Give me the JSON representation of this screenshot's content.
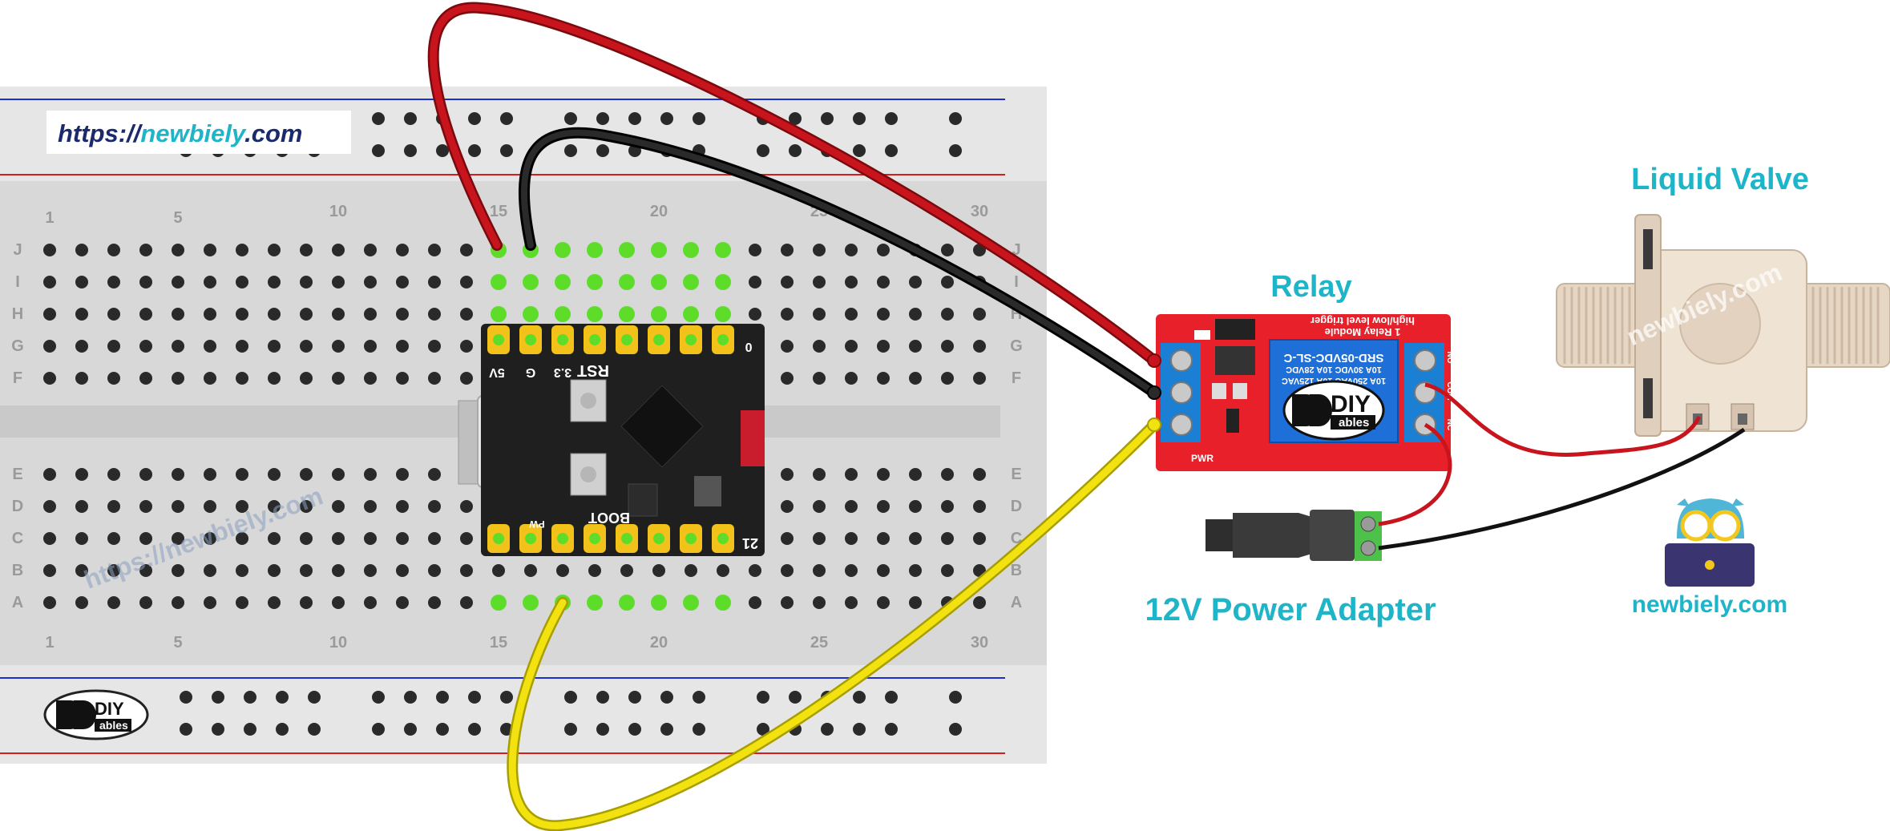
{
  "labels": {
    "liquid_valve": "Liquid Valve",
    "relay": "Relay",
    "power_adapter": "12V Power Adapter",
    "brand_url": "newbiely.com",
    "url_box_prefix": "https://",
    "url_box_name": "newbiely",
    "url_box_suffix": ".com",
    "watermark": "https://newbiely.com",
    "watermark_valve": "newbiely.com"
  },
  "breadboard": {
    "row_letters": [
      "J",
      "I",
      "H",
      "G",
      "F",
      "E",
      "D",
      "C",
      "B",
      "A"
    ],
    "column_numbers": [
      "1",
      "5",
      "10",
      "15",
      "20",
      "25",
      "30"
    ]
  },
  "board": {
    "pin_5v": "5V",
    "pin_g": "G",
    "pin_33": "3.3",
    "button_rst": "RST",
    "button_boot": "BOOT",
    "pin_0": "0",
    "pin_21": "21",
    "pin_pw": "PW"
  },
  "relay_module": {
    "title_line1": "1 Relay Module",
    "title_line2": "high/low level trigger",
    "coil_model": "SRD-05VDC-SL-C",
    "rating1": "10A 250VAC 10A 125VAC",
    "rating2": "10A 30VDC 10A 28VDC",
    "pwr": "PWR",
    "no": "NO",
    "com": "COM",
    "nc": "NC",
    "diy": "DIY",
    "ables": "ables"
  },
  "logo": {
    "diy": "DIY",
    "ables": "ables"
  },
  "colors": {
    "accent": "#1fb5c9",
    "wire_red": "#c8141c",
    "wire_black": "#1a1a1a",
    "wire_yellow": "#f2e20f",
    "relay_red": "#e8202a",
    "breadboard": "#d8d8d8"
  }
}
